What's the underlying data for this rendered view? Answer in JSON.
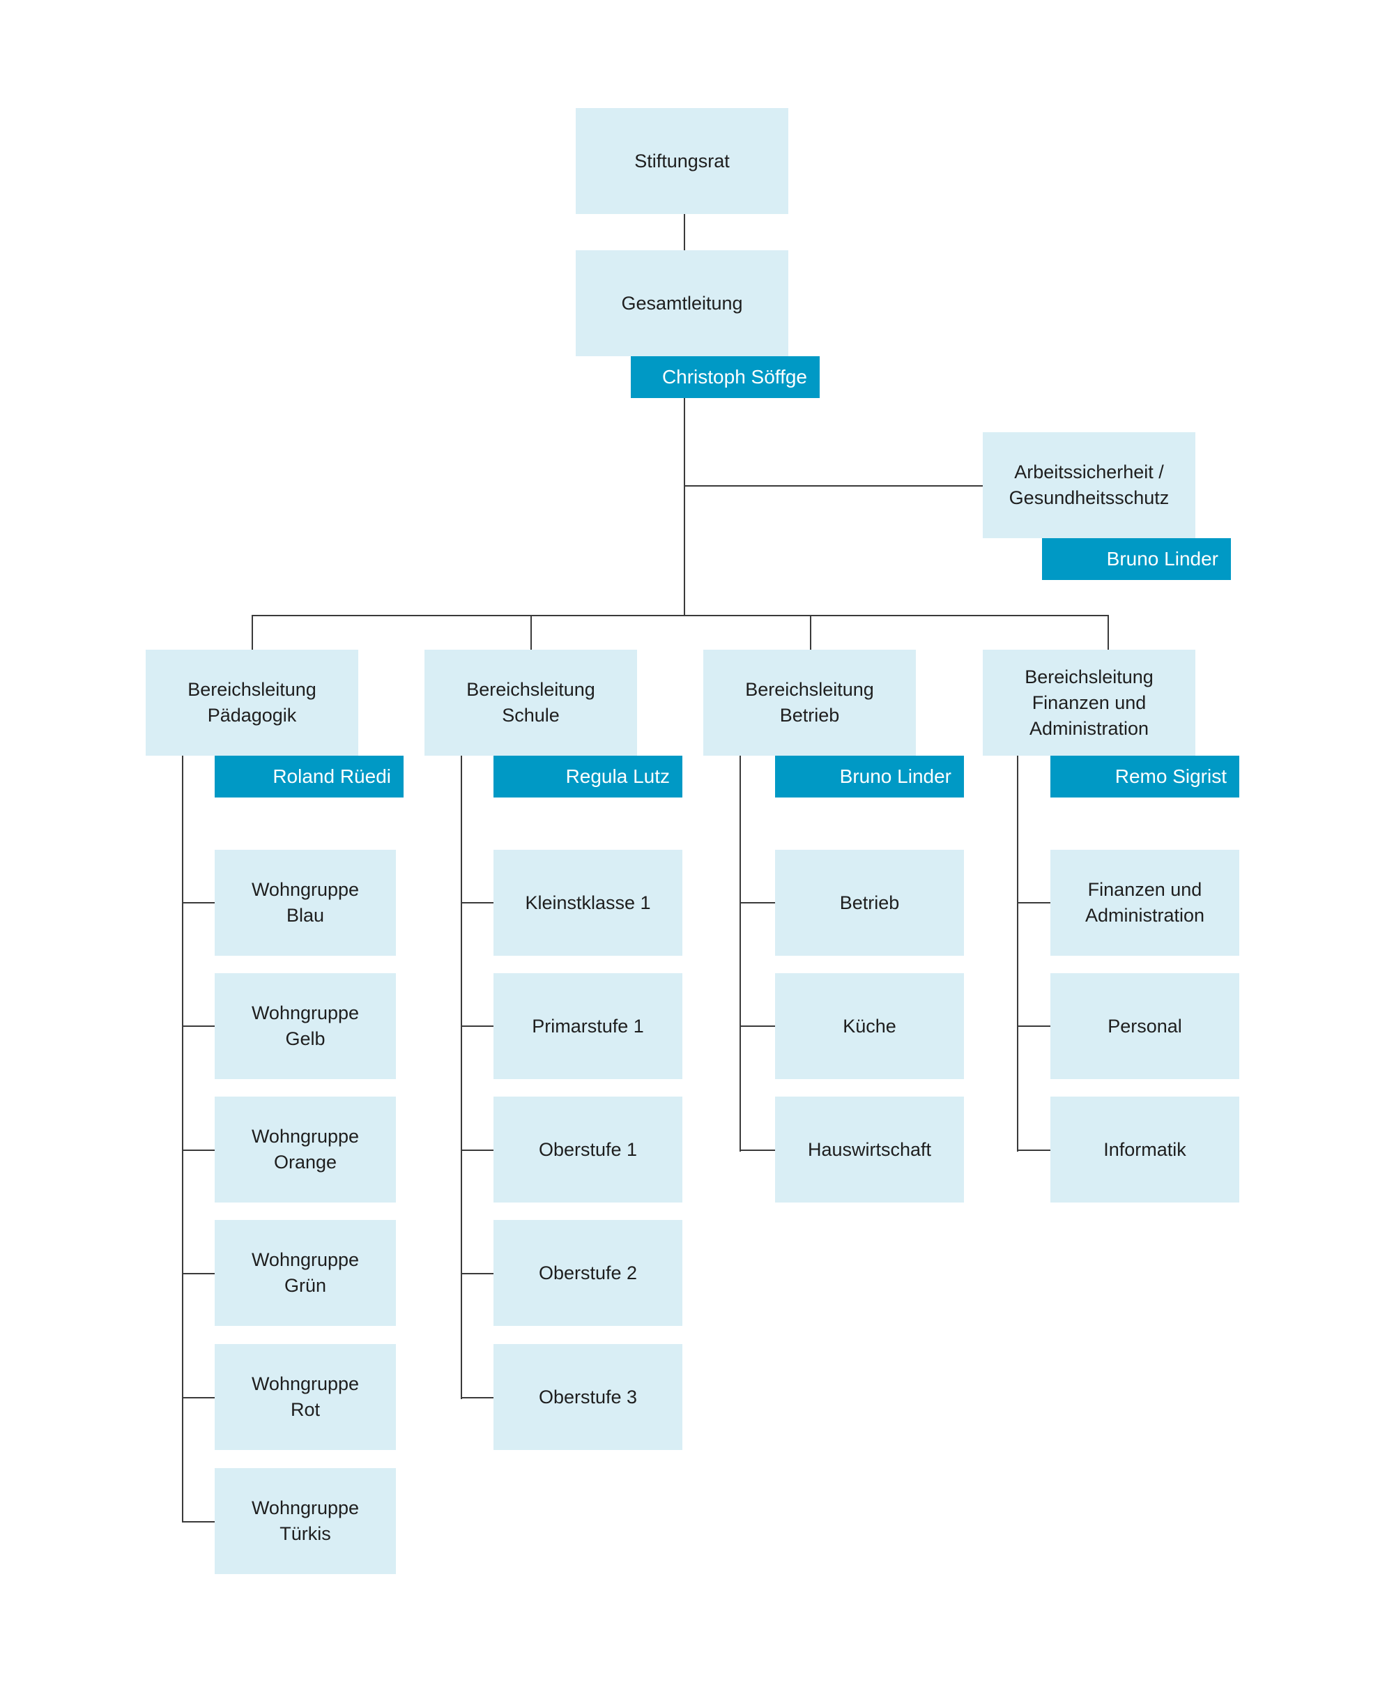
{
  "colors": {
    "box": "#d9eef5",
    "tag": "#0099c5",
    "line": "#3a3a3a"
  },
  "top": {
    "board": "Stiftungsrat",
    "management": "Gesamtleitung",
    "management_person": "Christoph Söffge",
    "safety": "Arbeitssicherheit /\nGesundheitsschutz",
    "safety_person": "Bruno Linder"
  },
  "divisions": [
    {
      "title": "Bereichsleitung\nPädagogik",
      "person": "Roland Rüedi",
      "units": [
        "Wohngruppe\nBlau",
        "Wohngruppe\nGelb",
        "Wohngruppe\nOrange",
        "Wohngruppe\nGrün",
        "Wohngruppe\nRot",
        "Wohngruppe\nTürkis"
      ]
    },
    {
      "title": "Bereichsleitung\nSchule",
      "person": "Regula Lutz",
      "units": [
        "Kleinstklasse 1",
        "Primarstufe 1",
        "Oberstufe 1",
        "Oberstufe 2",
        "Oberstufe 3"
      ]
    },
    {
      "title": "Bereichsleitung\nBetrieb",
      "person": "Bruno Linder",
      "units": [
        "Betrieb",
        "Küche",
        "Hauswirtschaft"
      ]
    },
    {
      "title": "Bereichsleitung\nFinanzen und\nAdministration",
      "person": "Remo Sigrist",
      "units": [
        "Finanzen und\nAdministration",
        "Personal",
        "Informatik"
      ]
    }
  ]
}
